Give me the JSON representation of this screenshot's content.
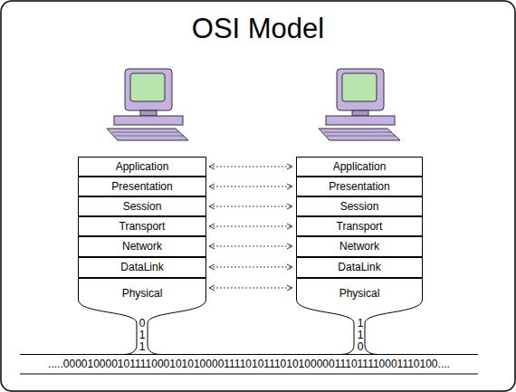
{
  "diagram": {
    "title": "OSI Model",
    "nodes": [
      {
        "text": [
          "Application"
        ]
      },
      {
        "text": [
          "Presentation"
        ]
      },
      {
        "text": [
          "Session"
        ]
      },
      {
        "text": [
          "Transport"
        ]
      },
      {
        "text": [
          "Network"
        ]
      },
      {
        "text": [
          "DataLink"
        ]
      },
      {
        "text": [
          "Physical"
        ]
      },
      {
        "text": [
          "Application"
        ]
      },
      {
        "text": [
          "Presentation"
        ]
      },
      {
        "text": [
          "Session"
        ]
      },
      {
        "text": [
          "Transport"
        ]
      },
      {
        "text": [
          "Network"
        ]
      },
      {
        "text": [
          "DataLink"
        ]
      },
      {
        "text": [
          "Physical"
        ]
      }
    ],
    "edges": [
      {
        "from": 0,
        "to": 7,
        "arrow": "both"
      },
      {
        "from": 1,
        "to": 8,
        "arrow": "both"
      },
      {
        "from": 2,
        "to": 9,
        "arrow": "both"
      },
      {
        "from": 3,
        "to": 10,
        "arrow": "both"
      },
      {
        "from": 4,
        "to": 11,
        "arrow": "both"
      },
      {
        "from": 5,
        "to": 12,
        "arrow": "both"
      },
      {
        "from": 6,
        "to": 13,
        "arrow": "both"
      }
    ],
    "labels": [
      "0",
      "1",
      "1",
      "1",
      "1",
      "0",
      ".....0000100001011110001010100001111010111010100000111011110001110100...."
    ]
  }
}
